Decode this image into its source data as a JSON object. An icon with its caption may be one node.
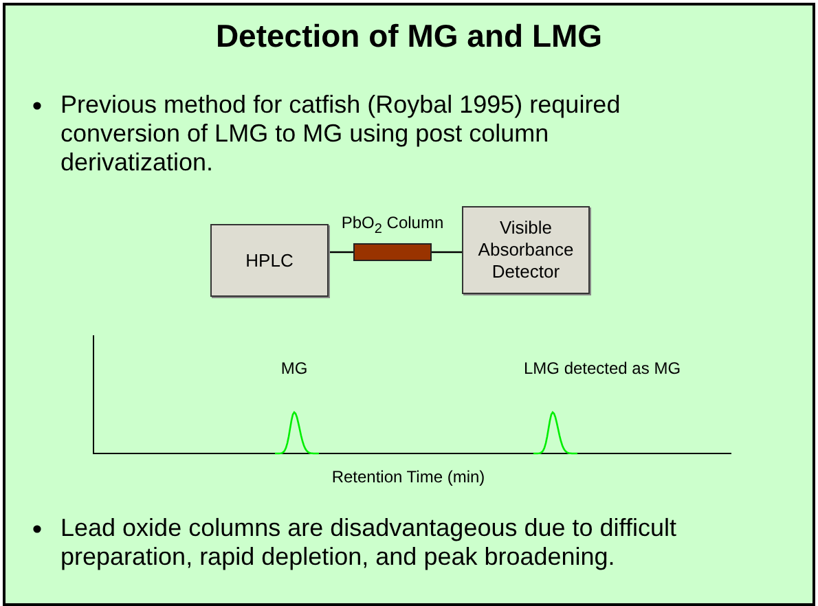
{
  "diagram": {
    "title": "Detection of MG and LMG",
    "nodes": [
      {
        "text": [
          "HPLC"
        ]
      },
      {
        "text": [],
        "shape": "bar",
        "beside": [
          "PbO$_{2}$ Column"
        ]
      },
      {
        "text": [
          "Visible Absorbance Detector"
        ]
      }
    ],
    "edges": [
      {
        "from": 0,
        "to": 1,
        "arrow": "none"
      },
      {
        "from": 1,
        "to": 2,
        "arrow": "none"
      }
    ],
    "labels": [
      "Previous method for catfish (Roybal 1995) required conversion of LMG to MG using post column derivatization.",
      "MG",
      "LMG detected as MG",
      "Retention Time (min)",
      "Lead oxide columns are disadvantageous due to difficult preparation, rapid depletion, and peak broadening."
    ]
  }
}
